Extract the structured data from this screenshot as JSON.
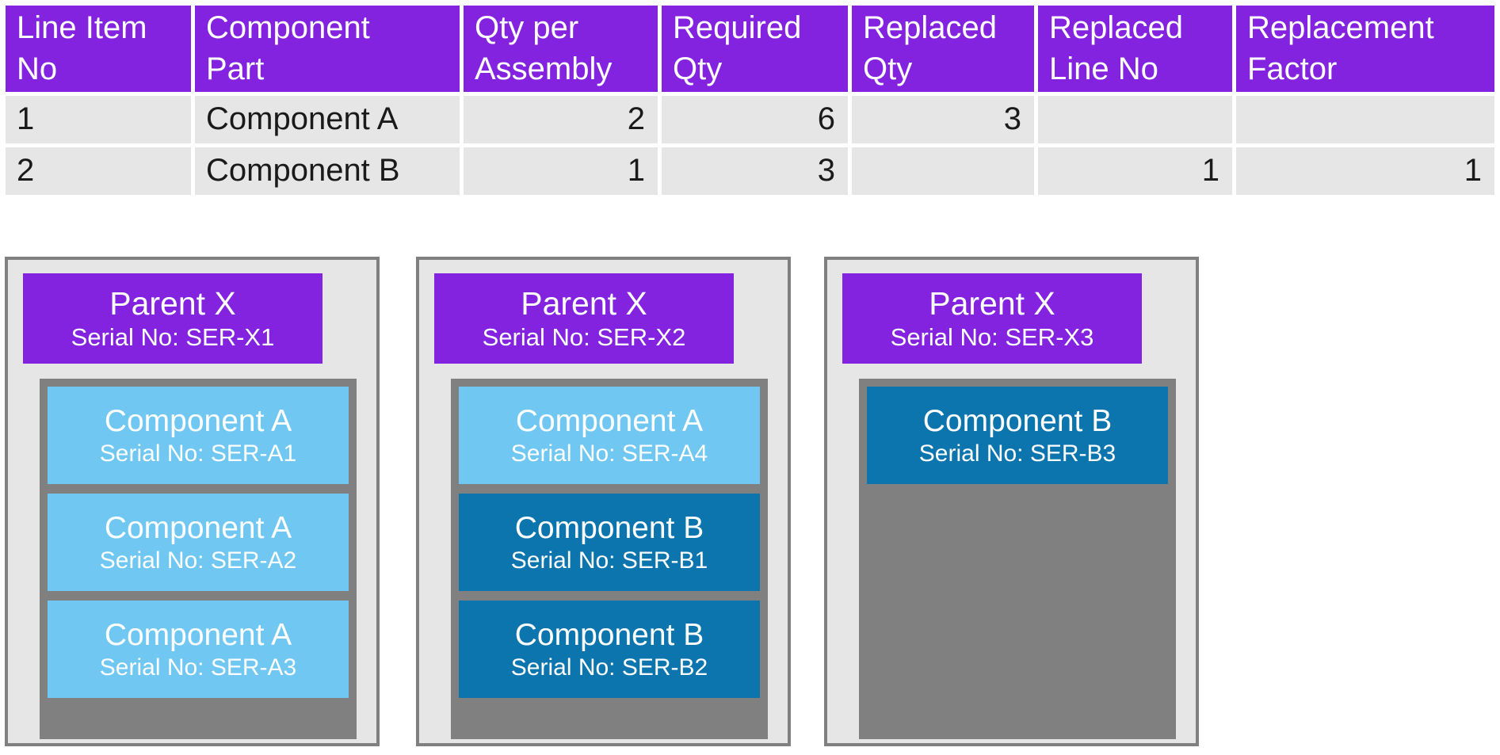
{
  "table": {
    "columns": [
      "Line Item No",
      "Component Part",
      "Qty per Assembly",
      "Required Qty",
      "Replaced Qty",
      "Replaced Line No",
      "Replacement Factor"
    ],
    "column_lines": [
      [
        "Line Item",
        "No"
      ],
      [
        "Component",
        "Part"
      ],
      [
        "Qty per",
        "Assembly"
      ],
      [
        "Required",
        "Qty"
      ],
      [
        "Replaced",
        "Qty"
      ],
      [
        "Replaced",
        "Line No"
      ],
      [
        "Replacement",
        "Factor"
      ]
    ],
    "rows": [
      {
        "line_item_no": "1",
        "component_part": "Component A",
        "qty_per_assembly": "2",
        "required_qty": "6",
        "replaced_qty": "3",
        "replaced_line_no": "",
        "replacement_factor": ""
      },
      {
        "line_item_no": "2",
        "component_part": "Component B",
        "qty_per_assembly": "1",
        "required_qty": "3",
        "replaced_qty": "",
        "replaced_line_no": "1",
        "replacement_factor": "1"
      }
    ]
  },
  "panels": [
    {
      "parent": {
        "title": "Parent X",
        "serial": "Serial No: SER-X1"
      },
      "components": [
        {
          "title": "Component A",
          "serial": "Serial No: SER-A1",
          "kind": "A"
        },
        {
          "title": "Component A",
          "serial": "Serial No: SER-A2",
          "kind": "A"
        },
        {
          "title": "Component A",
          "serial": "Serial No: SER-A3",
          "kind": "A"
        }
      ]
    },
    {
      "parent": {
        "title": "Parent X",
        "serial": "Serial No: SER-X2"
      },
      "components": [
        {
          "title": "Component A",
          "serial": "Serial No: SER-A4",
          "kind": "A"
        },
        {
          "title": "Component B",
          "serial": "Serial No: SER-B1",
          "kind": "B"
        },
        {
          "title": "Component B",
          "serial": "Serial No: SER-B2",
          "kind": "B"
        }
      ]
    },
    {
      "parent": {
        "title": "Parent X",
        "serial": "Serial No: SER-X3"
      },
      "components": [
        {
          "title": "Component B",
          "serial": "Serial No: SER-B3",
          "kind": "B"
        }
      ]
    }
  ],
  "colors": {
    "header_purple": "#8323E0",
    "row_grey": "#E6E6E6",
    "panel_border_grey": "#808080",
    "component_a_blue": "#6FC7F2",
    "component_b_blue": "#0D75AD",
    "text_white": "#FFFFFF",
    "text_dark": "#1A1A1A"
  }
}
